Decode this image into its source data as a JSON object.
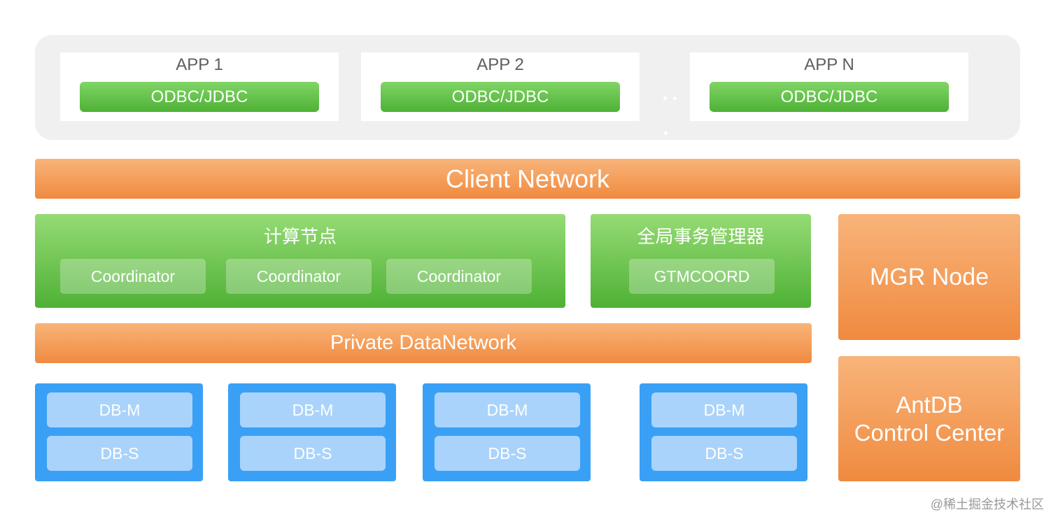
{
  "apps": [
    {
      "name": "APP 1",
      "driver": "ODBC/JDBC"
    },
    {
      "name": "APP 2",
      "driver": "ODBC/JDBC"
    },
    {
      "name": "APP N",
      "driver": "ODBC/JDBC"
    }
  ],
  "client_network": "Client Network",
  "compute": {
    "title": "计算节点",
    "nodes": [
      "Coordinator",
      "Coordinator",
      "Coordinator"
    ]
  },
  "gtm": {
    "title": "全局事务管理器",
    "node": "GTMCOORD"
  },
  "mgr_node": "MGR Node",
  "control_center": {
    "line1": "AntDB",
    "line2": "Control Center"
  },
  "private_network": "Private DataNetwork",
  "db_groups": [
    {
      "master": "DB-M",
      "slave": "DB-S"
    },
    {
      "master": "DB-M",
      "slave": "DB-S"
    },
    {
      "master": "DB-M",
      "slave": "DB-S"
    },
    {
      "master": "DB-M",
      "slave": "DB-S"
    }
  ],
  "watermark": "@稀土掘金技术社区",
  "colors": {
    "green": "#5cbd42",
    "orange": "#f39a55",
    "blue": "#3aa0f6",
    "panel_gray": "#f0f0f0"
  }
}
